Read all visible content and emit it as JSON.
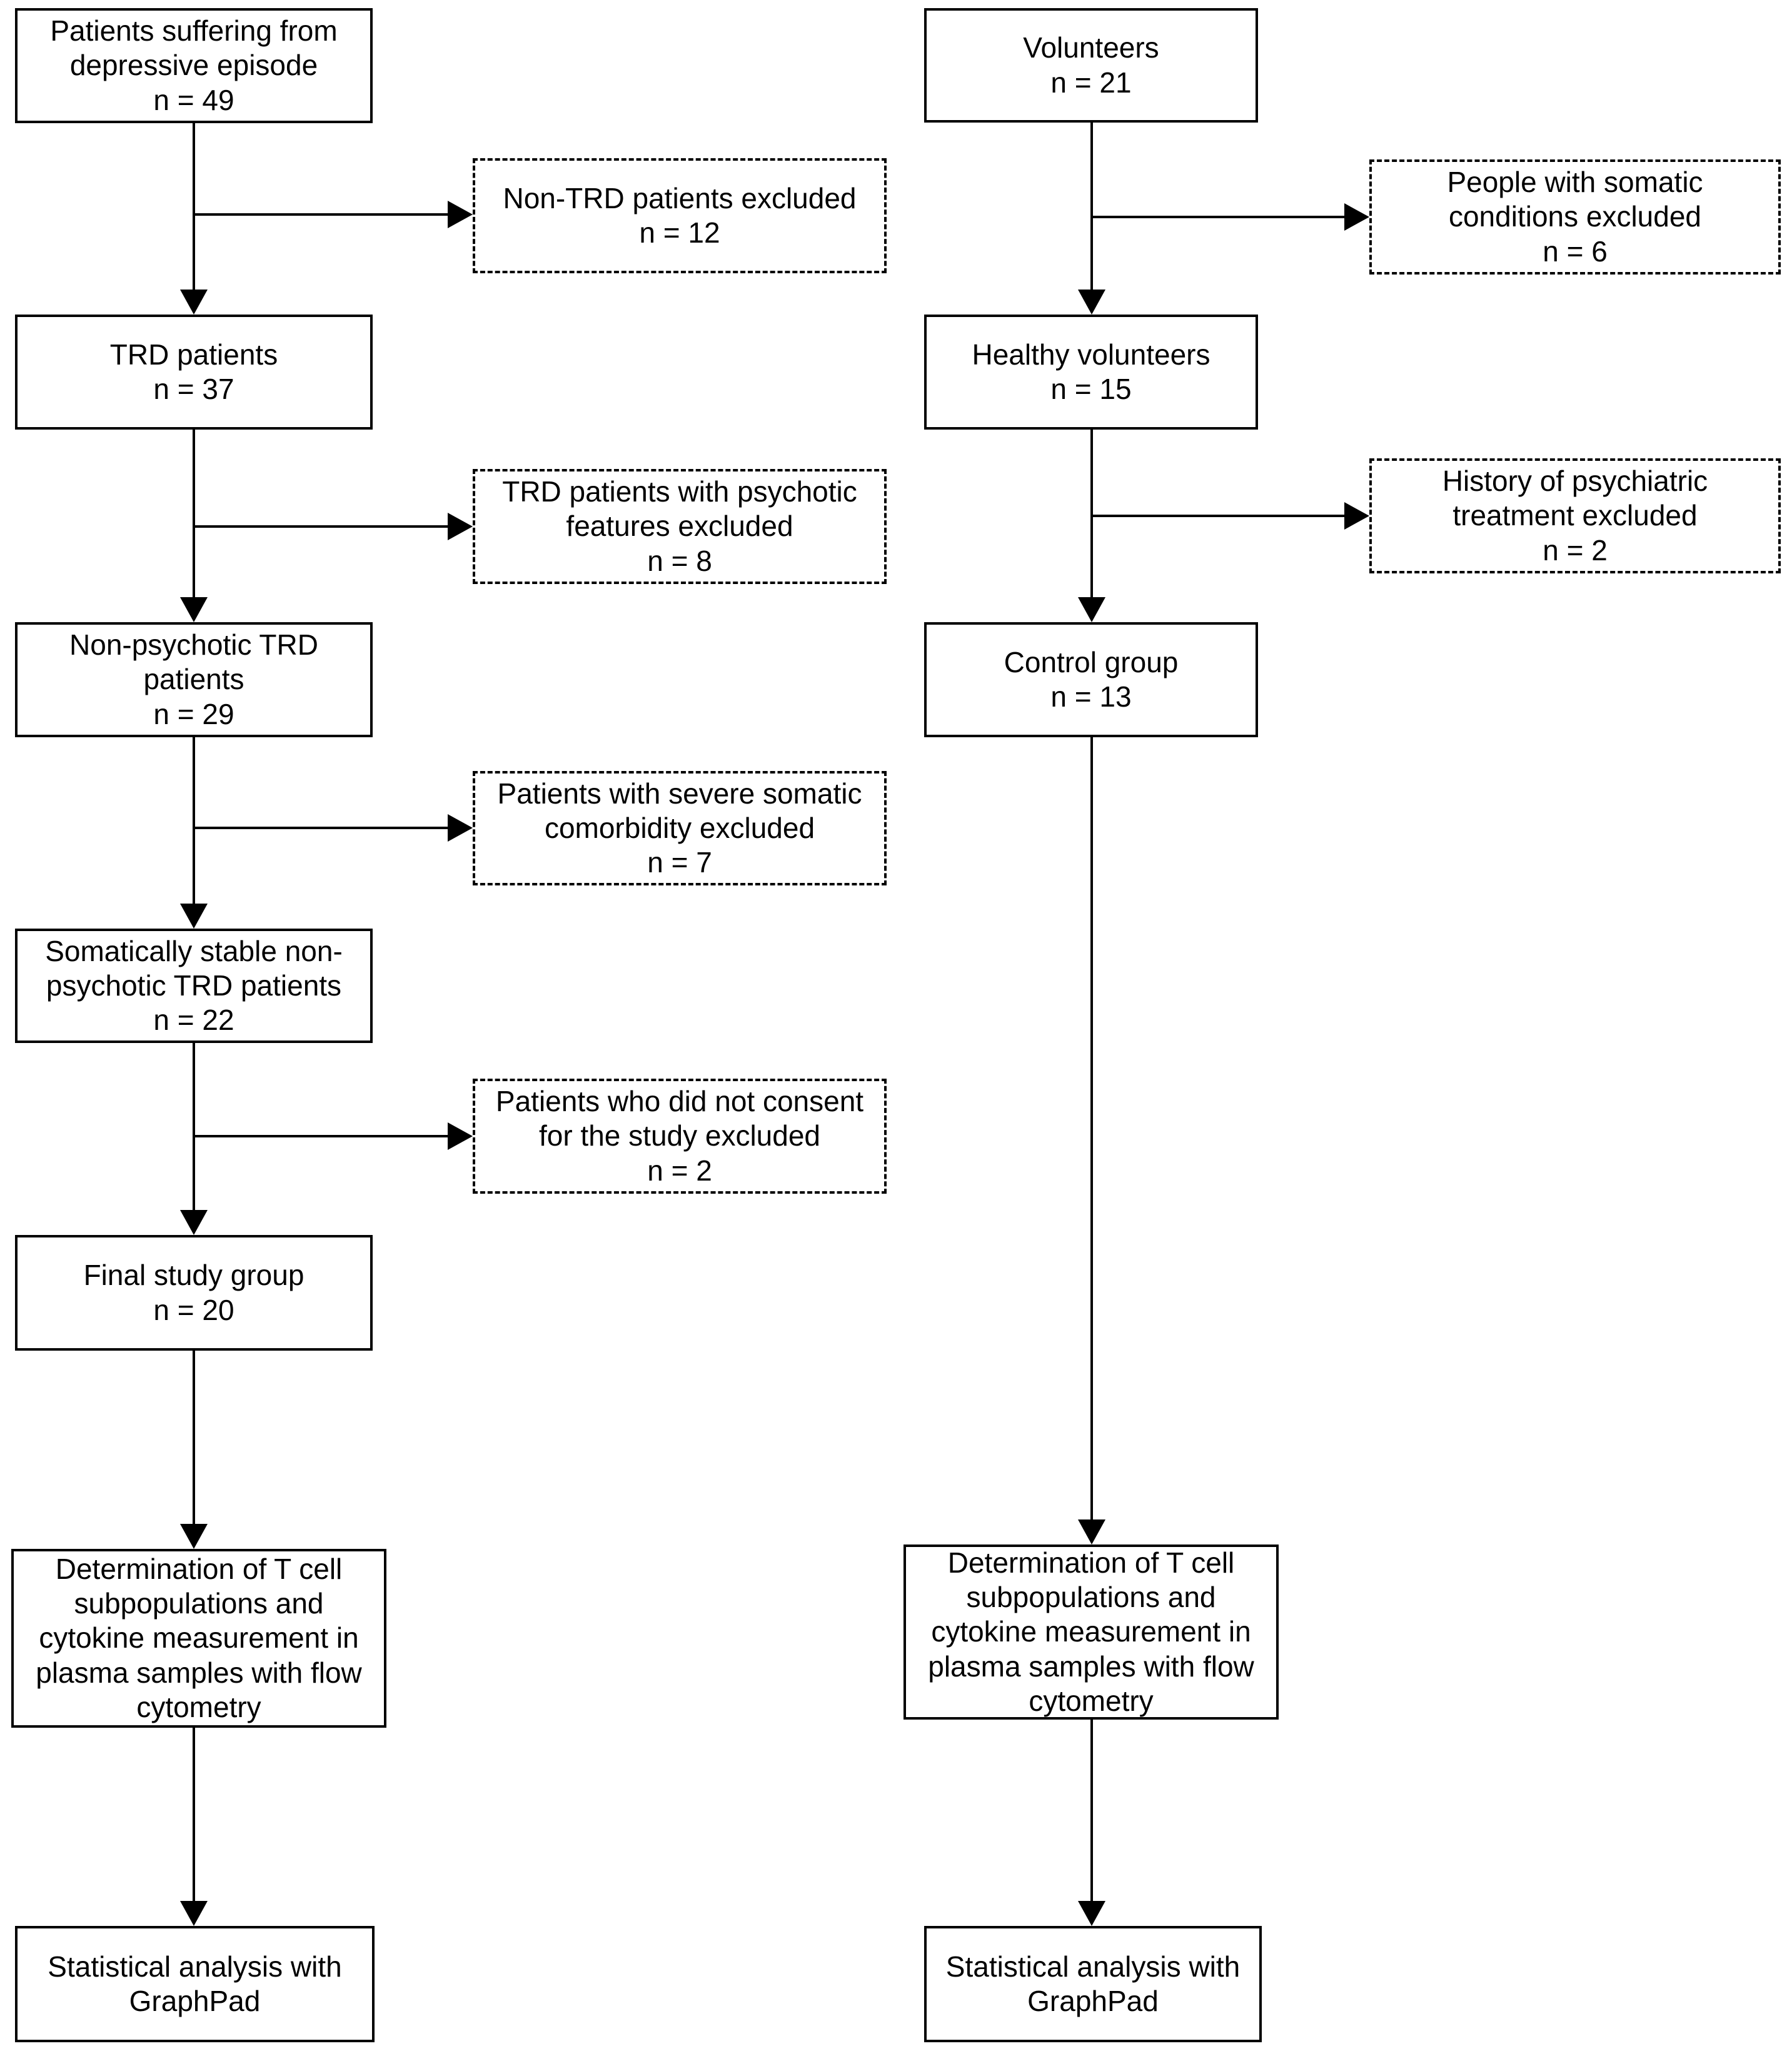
{
  "flowchart": {
    "colors": {
      "border": "#000000",
      "background": "#ffffff",
      "text": "#000000"
    },
    "left": {
      "patients_initial": {
        "text": "Patients suffering from\ndepressive episode\nn = 49"
      },
      "excluded_non_trd": {
        "text": "Non-TRD patients excluded\nn = 12"
      },
      "trd_patients": {
        "text": "TRD patients\nn = 37"
      },
      "excluded_psychotic": {
        "text": "TRD patients with psychotic\nfeatures excluded\nn = 8"
      },
      "non_psychotic": {
        "text": "Non-psychotic TRD\npatients\nn = 29"
      },
      "excluded_somatic": {
        "text": "Patients with severe somatic\ncomorbidity excluded\nn = 7"
      },
      "somatically_stable": {
        "text": "Somatically stable non-\npsychotic TRD patients\nn = 22"
      },
      "excluded_consent": {
        "text": "Patients who did not consent\nfor the study excluded\nn = 2"
      },
      "final_group": {
        "text": "Final study group\nn = 20"
      },
      "determination": {
        "text": "Determination of T cell\nsubpopulations and\ncytokine measurement in\nplasma samples with flow\ncytometry"
      },
      "statistics": {
        "text": "Statistical analysis with\nGraphPad"
      }
    },
    "right": {
      "volunteers": {
        "text": "Volunteers\nn = 21"
      },
      "excluded_somatic_conditions": {
        "text": "People with somatic\nconditions excluded\nn = 6"
      },
      "healthy_volunteers": {
        "text": "Healthy volunteers\nn = 15"
      },
      "excluded_psychiatric_history": {
        "text": "History of psychiatric\ntreatment excluded\nn = 2"
      },
      "control_group": {
        "text": "Control group\nn = 13"
      },
      "determination": {
        "text": "Determination of T cell\nsubpopulations and\ncytokine measurement in\nplasma samples with flow\ncytometry"
      },
      "statistics": {
        "text": "Statistical analysis with\nGraphPad"
      }
    }
  }
}
